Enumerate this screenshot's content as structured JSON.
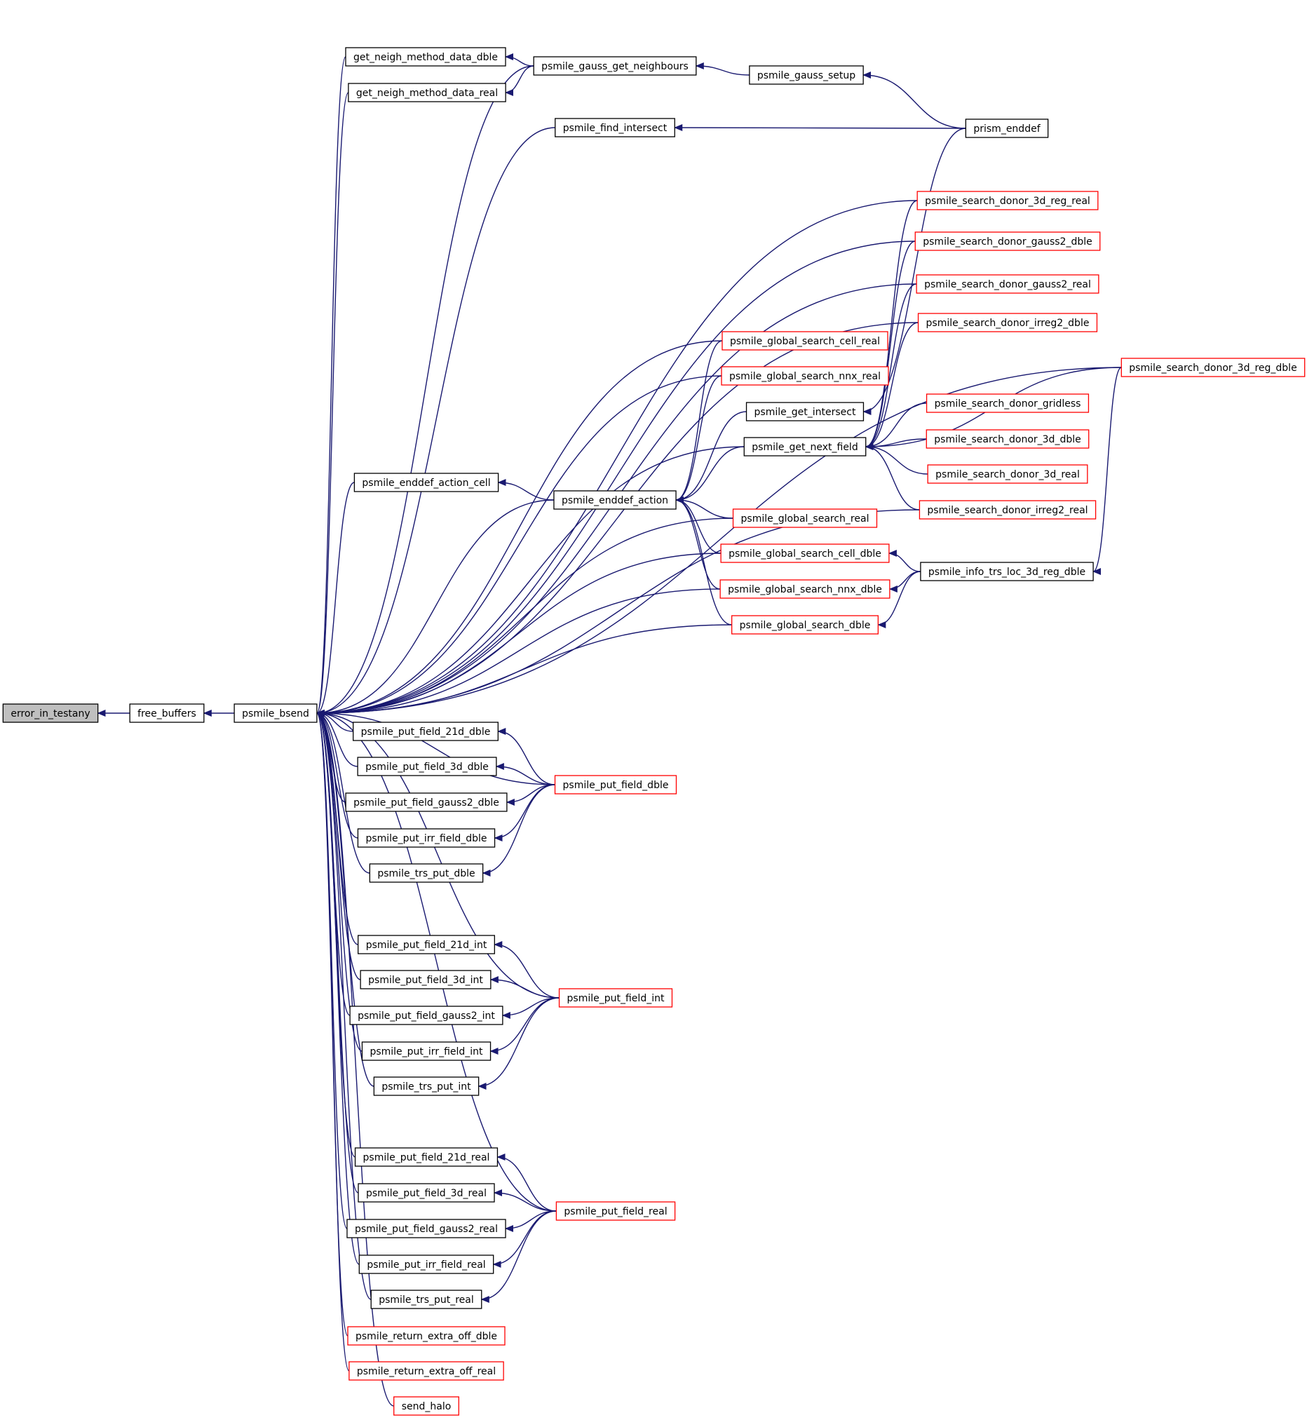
{
  "colors": {
    "edge": "#191970",
    "node_border": "#000000",
    "node_border_truncated": "#ff0000",
    "root_fill": "#bfbfbf",
    "node_fill": "#ffffff"
  },
  "nodes": [
    {
      "id": "error_in_testany",
      "label": "error_in_testany",
      "kind": "root"
    },
    {
      "id": "free_buffers",
      "label": "free_buffers",
      "kind": "normal"
    },
    {
      "id": "psmile_bsend",
      "label": "psmile_bsend",
      "kind": "normal"
    },
    {
      "id": "get_neigh_method_data_dble",
      "label": "get_neigh_method_data_dble",
      "kind": "normal"
    },
    {
      "id": "get_neigh_method_data_real",
      "label": "get_neigh_method_data_real",
      "kind": "normal"
    },
    {
      "id": "psmile_gauss_get_neighbours",
      "label": "psmile_gauss_get_neighbours",
      "kind": "normal"
    },
    {
      "id": "psmile_gauss_setup",
      "label": "psmile_gauss_setup",
      "kind": "normal"
    },
    {
      "id": "psmile_find_intersect",
      "label": "psmile_find_intersect",
      "kind": "normal"
    },
    {
      "id": "prism_enddef",
      "label": "prism_enddef",
      "kind": "normal"
    },
    {
      "id": "psmile_search_donor_3d_reg_real",
      "label": "psmile_search_donor_3d_reg_real",
      "kind": "truncated"
    },
    {
      "id": "psmile_search_donor_gauss2_dble",
      "label": "psmile_search_donor_gauss2_dble",
      "kind": "truncated"
    },
    {
      "id": "psmile_search_donor_gauss2_real",
      "label": "psmile_search_donor_gauss2_real",
      "kind": "truncated"
    },
    {
      "id": "psmile_search_donor_irreg2_dble",
      "label": "psmile_search_donor_irreg2_dble",
      "kind": "truncated"
    },
    {
      "id": "psmile_global_search_cell_real",
      "label": "psmile_global_search_cell_real",
      "kind": "truncated"
    },
    {
      "id": "psmile_global_search_nnx_real",
      "label": "psmile_global_search_nnx_real",
      "kind": "truncated"
    },
    {
      "id": "psmile_search_donor_3d_reg_dble",
      "label": "psmile_search_donor_3d_reg_dble",
      "kind": "truncated"
    },
    {
      "id": "psmile_get_intersect",
      "label": "psmile_get_intersect",
      "kind": "normal"
    },
    {
      "id": "psmile_search_donor_gridless",
      "label": "psmile_search_donor_gridless",
      "kind": "truncated"
    },
    {
      "id": "psmile_get_next_field",
      "label": "psmile_get_next_field",
      "kind": "normal"
    },
    {
      "id": "psmile_search_donor_3d_dble",
      "label": "psmile_search_donor_3d_dble",
      "kind": "truncated"
    },
    {
      "id": "psmile_search_donor_3d_real",
      "label": "psmile_search_donor_3d_real",
      "kind": "truncated"
    },
    {
      "id": "psmile_enddef_action_cell",
      "label": "psmile_enddef_action_cell",
      "kind": "normal"
    },
    {
      "id": "psmile_enddef_action",
      "label": "psmile_enddef_action",
      "kind": "normal"
    },
    {
      "id": "psmile_search_donor_irreg2_real",
      "label": "psmile_search_donor_irreg2_real",
      "kind": "truncated"
    },
    {
      "id": "psmile_global_search_real",
      "label": "psmile_global_search_real",
      "kind": "truncated"
    },
    {
      "id": "psmile_global_search_cell_dble",
      "label": "psmile_global_search_cell_dble",
      "kind": "truncated"
    },
    {
      "id": "psmile_info_trs_loc_3d_reg_dble",
      "label": "psmile_info_trs_loc_3d_reg_dble",
      "kind": "normal"
    },
    {
      "id": "psmile_global_search_nnx_dble",
      "label": "psmile_global_search_nnx_dble",
      "kind": "truncated"
    },
    {
      "id": "psmile_global_search_dble",
      "label": "psmile_global_search_dble",
      "kind": "truncated"
    },
    {
      "id": "psmile_put_field_21d_dble",
      "label": "psmile_put_field_21d_dble",
      "kind": "normal"
    },
    {
      "id": "psmile_put_field_3d_dble",
      "label": "psmile_put_field_3d_dble",
      "kind": "normal"
    },
    {
      "id": "psmile_put_field_dble",
      "label": "psmile_put_field_dble",
      "kind": "truncated"
    },
    {
      "id": "psmile_put_field_gauss2_dble",
      "label": "psmile_put_field_gauss2_dble",
      "kind": "normal"
    },
    {
      "id": "psmile_put_irr_field_dble",
      "label": "psmile_put_irr_field_dble",
      "kind": "normal"
    },
    {
      "id": "psmile_trs_put_dble",
      "label": "psmile_trs_put_dble",
      "kind": "normal"
    },
    {
      "id": "psmile_put_field_21d_int",
      "label": "psmile_put_field_21d_int",
      "kind": "normal"
    },
    {
      "id": "psmile_put_field_3d_int",
      "label": "psmile_put_field_3d_int",
      "kind": "normal"
    },
    {
      "id": "psmile_put_field_int",
      "label": "psmile_put_field_int",
      "kind": "truncated"
    },
    {
      "id": "psmile_put_field_gauss2_int",
      "label": "psmile_put_field_gauss2_int",
      "kind": "normal"
    },
    {
      "id": "psmile_put_irr_field_int",
      "label": "psmile_put_irr_field_int",
      "kind": "normal"
    },
    {
      "id": "psmile_trs_put_int",
      "label": "psmile_trs_put_int",
      "kind": "normal"
    },
    {
      "id": "psmile_put_field_21d_real",
      "label": "psmile_put_field_21d_real",
      "kind": "normal"
    },
    {
      "id": "psmile_put_field_3d_real",
      "label": "psmile_put_field_3d_real",
      "kind": "normal"
    },
    {
      "id": "psmile_put_field_real",
      "label": "psmile_put_field_real",
      "kind": "truncated"
    },
    {
      "id": "psmile_put_field_gauss2_real",
      "label": "psmile_put_field_gauss2_real",
      "kind": "normal"
    },
    {
      "id": "psmile_put_irr_field_real",
      "label": "psmile_put_irr_field_real",
      "kind": "normal"
    },
    {
      "id": "psmile_trs_put_real",
      "label": "psmile_trs_put_real",
      "kind": "normal"
    },
    {
      "id": "psmile_return_extra_off_dble",
      "label": "psmile_return_extra_off_dble",
      "kind": "truncated"
    },
    {
      "id": "psmile_return_extra_off_real",
      "label": "psmile_return_extra_off_real",
      "kind": "truncated"
    },
    {
      "id": "send_halo",
      "label": "send_halo",
      "kind": "truncated"
    }
  ],
  "edges": [
    {
      "from": "free_buffers",
      "to": "error_in_testany"
    },
    {
      "from": "psmile_bsend",
      "to": "free_buffers"
    },
    {
      "from": "get_neigh_method_data_dble",
      "to": "psmile_bsend"
    },
    {
      "from": "get_neigh_method_data_real",
      "to": "psmile_bsend"
    },
    {
      "from": "psmile_gauss_get_neighbours",
      "to": "psmile_bsend"
    },
    {
      "from": "psmile_gauss_get_neighbours",
      "to": "get_neigh_method_data_dble"
    },
    {
      "from": "psmile_gauss_get_neighbours",
      "to": "get_neigh_method_data_real"
    },
    {
      "from": "psmile_gauss_setup",
      "to": "psmile_gauss_get_neighbours"
    },
    {
      "from": "prism_enddef",
      "to": "psmile_gauss_setup"
    },
    {
      "from": "psmile_find_intersect",
      "to": "psmile_bsend"
    },
    {
      "from": "prism_enddef",
      "to": "psmile_find_intersect"
    },
    {
      "from": "psmile_search_donor_3d_reg_dble",
      "to": "psmile_bsend"
    },
    {
      "from": "psmile_search_donor_3d_reg_real",
      "to": "psmile_bsend"
    },
    {
      "from": "psmile_search_donor_gauss2_dble",
      "to": "psmile_bsend"
    },
    {
      "from": "psmile_search_donor_gauss2_real",
      "to": "psmile_bsend"
    },
    {
      "from": "psmile_search_donor_irreg2_dble",
      "to": "psmile_bsend"
    },
    {
      "from": "psmile_global_search_cell_real",
      "to": "psmile_bsend"
    },
    {
      "from": "psmile_global_search_nnx_real",
      "to": "psmile_bsend"
    },
    {
      "from": "psmile_get_next_field",
      "to": "psmile_bsend"
    },
    {
      "from": "psmile_search_donor_irreg2_real",
      "to": "psmile_bsend"
    },
    {
      "from": "psmile_enddef_action_cell",
      "to": "psmile_bsend"
    },
    {
      "from": "psmile_enddef_action",
      "to": "psmile_bsend"
    },
    {
      "from": "psmile_enddef_action",
      "to": "psmile_enddef_action_cell"
    },
    {
      "from": "psmile_global_search_real",
      "to": "psmile_bsend"
    },
    {
      "from": "psmile_global_search_cell_dble",
      "to": "psmile_bsend"
    },
    {
      "from": "psmile_global_search_nnx_dble",
      "to": "psmile_bsend"
    },
    {
      "from": "psmile_global_search_dble",
      "to": "psmile_bsend"
    },
    {
      "from": "psmile_global_search_cell_real",
      "to": "psmile_enddef_action"
    },
    {
      "from": "psmile_global_search_nnx_real",
      "to": "psmile_enddef_action"
    },
    {
      "from": "psmile_get_intersect",
      "to": "psmile_enddef_action"
    },
    {
      "from": "psmile_get_next_field",
      "to": "psmile_enddef_action"
    },
    {
      "from": "psmile_global_search_real",
      "to": "psmile_enddef_action"
    },
    {
      "from": "psmile_global_search_cell_dble",
      "to": "psmile_enddef_action"
    },
    {
      "from": "psmile_global_search_nnx_dble",
      "to": "psmile_enddef_action"
    },
    {
      "from": "psmile_global_search_dble",
      "to": "psmile_enddef_action"
    },
    {
      "from": "prism_enddef",
      "to": "psmile_get_intersect"
    },
    {
      "from": "psmile_search_donor_3d_reg_real",
      "to": "psmile_get_next_field"
    },
    {
      "from": "psmile_search_donor_gauss2_dble",
      "to": "psmile_get_next_field"
    },
    {
      "from": "psmile_search_donor_gauss2_real",
      "to": "psmile_get_next_field"
    },
    {
      "from": "psmile_search_donor_irreg2_dble",
      "to": "psmile_get_next_field"
    },
    {
      "from": "psmile_search_donor_3d_reg_dble",
      "to": "psmile_get_next_field"
    },
    {
      "from": "psmile_search_donor_gridless",
      "to": "psmile_get_next_field"
    },
    {
      "from": "psmile_search_donor_3d_dble",
      "to": "psmile_get_next_field"
    },
    {
      "from": "psmile_search_donor_3d_real",
      "to": "psmile_get_next_field"
    },
    {
      "from": "psmile_search_donor_irreg2_real",
      "to": "psmile_get_next_field"
    },
    {
      "from": "psmile_info_trs_loc_3d_reg_dble",
      "to": "psmile_global_search_cell_dble"
    },
    {
      "from": "psmile_info_trs_loc_3d_reg_dble",
      "to": "psmile_global_search_nnx_dble"
    },
    {
      "from": "psmile_info_trs_loc_3d_reg_dble",
      "to": "psmile_global_search_dble"
    },
    {
      "from": "psmile_search_donor_3d_reg_dble",
      "to": "psmile_info_trs_loc_3d_reg_dble"
    },
    {
      "from": "psmile_put_field_21d_dble",
      "to": "psmile_bsend"
    },
    {
      "from": "psmile_put_field_3d_dble",
      "to": "psmile_bsend"
    },
    {
      "from": "psmile_put_field_gauss2_dble",
      "to": "psmile_bsend"
    },
    {
      "from": "psmile_put_irr_field_dble",
      "to": "psmile_bsend"
    },
    {
      "from": "psmile_trs_put_dble",
      "to": "psmile_bsend"
    },
    {
      "from": "psmile_put_field_dble",
      "to": "psmile_bsend"
    },
    {
      "from": "psmile_put_field_dble",
      "to": "psmile_put_field_21d_dble"
    },
    {
      "from": "psmile_put_field_dble",
      "to": "psmile_put_field_3d_dble"
    },
    {
      "from": "psmile_put_field_dble",
      "to": "psmile_put_field_gauss2_dble"
    },
    {
      "from": "psmile_put_field_dble",
      "to": "psmile_put_irr_field_dble"
    },
    {
      "from": "psmile_put_field_dble",
      "to": "psmile_trs_put_dble"
    },
    {
      "from": "psmile_put_field_21d_int",
      "to": "psmile_bsend"
    },
    {
      "from": "psmile_put_field_3d_int",
      "to": "psmile_bsend"
    },
    {
      "from": "psmile_put_field_gauss2_int",
      "to": "psmile_bsend"
    },
    {
      "from": "psmile_put_irr_field_int",
      "to": "psmile_bsend"
    },
    {
      "from": "psmile_trs_put_int",
      "to": "psmile_bsend"
    },
    {
      "from": "psmile_put_field_int",
      "to": "psmile_bsend"
    },
    {
      "from": "psmile_put_field_int",
      "to": "psmile_put_field_21d_int"
    },
    {
      "from": "psmile_put_field_int",
      "to": "psmile_put_field_3d_int"
    },
    {
      "from": "psmile_put_field_int",
      "to": "psmile_put_field_gauss2_int"
    },
    {
      "from": "psmile_put_field_int",
      "to": "psmile_put_irr_field_int"
    },
    {
      "from": "psmile_put_field_int",
      "to": "psmile_trs_put_int"
    },
    {
      "from": "psmile_put_field_21d_real",
      "to": "psmile_bsend"
    },
    {
      "from": "psmile_put_field_3d_real",
      "to": "psmile_bsend"
    },
    {
      "from": "psmile_put_field_gauss2_real",
      "to": "psmile_bsend"
    },
    {
      "from": "psmile_put_irr_field_real",
      "to": "psmile_bsend"
    },
    {
      "from": "psmile_trs_put_real",
      "to": "psmile_bsend"
    },
    {
      "from": "psmile_put_field_real",
      "to": "psmile_bsend"
    },
    {
      "from": "psmile_put_field_real",
      "to": "psmile_put_field_21d_real"
    },
    {
      "from": "psmile_put_field_real",
      "to": "psmile_put_field_3d_real"
    },
    {
      "from": "psmile_put_field_real",
      "to": "psmile_put_field_gauss2_real"
    },
    {
      "from": "psmile_put_field_real",
      "to": "psmile_put_irr_field_real"
    },
    {
      "from": "psmile_put_field_real",
      "to": "psmile_trs_put_real"
    },
    {
      "from": "psmile_return_extra_off_dble",
      "to": "psmile_bsend"
    },
    {
      "from": "psmile_return_extra_off_real",
      "to": "psmile_bsend"
    },
    {
      "from": "send_halo",
      "to": "psmile_bsend"
    }
  ]
}
